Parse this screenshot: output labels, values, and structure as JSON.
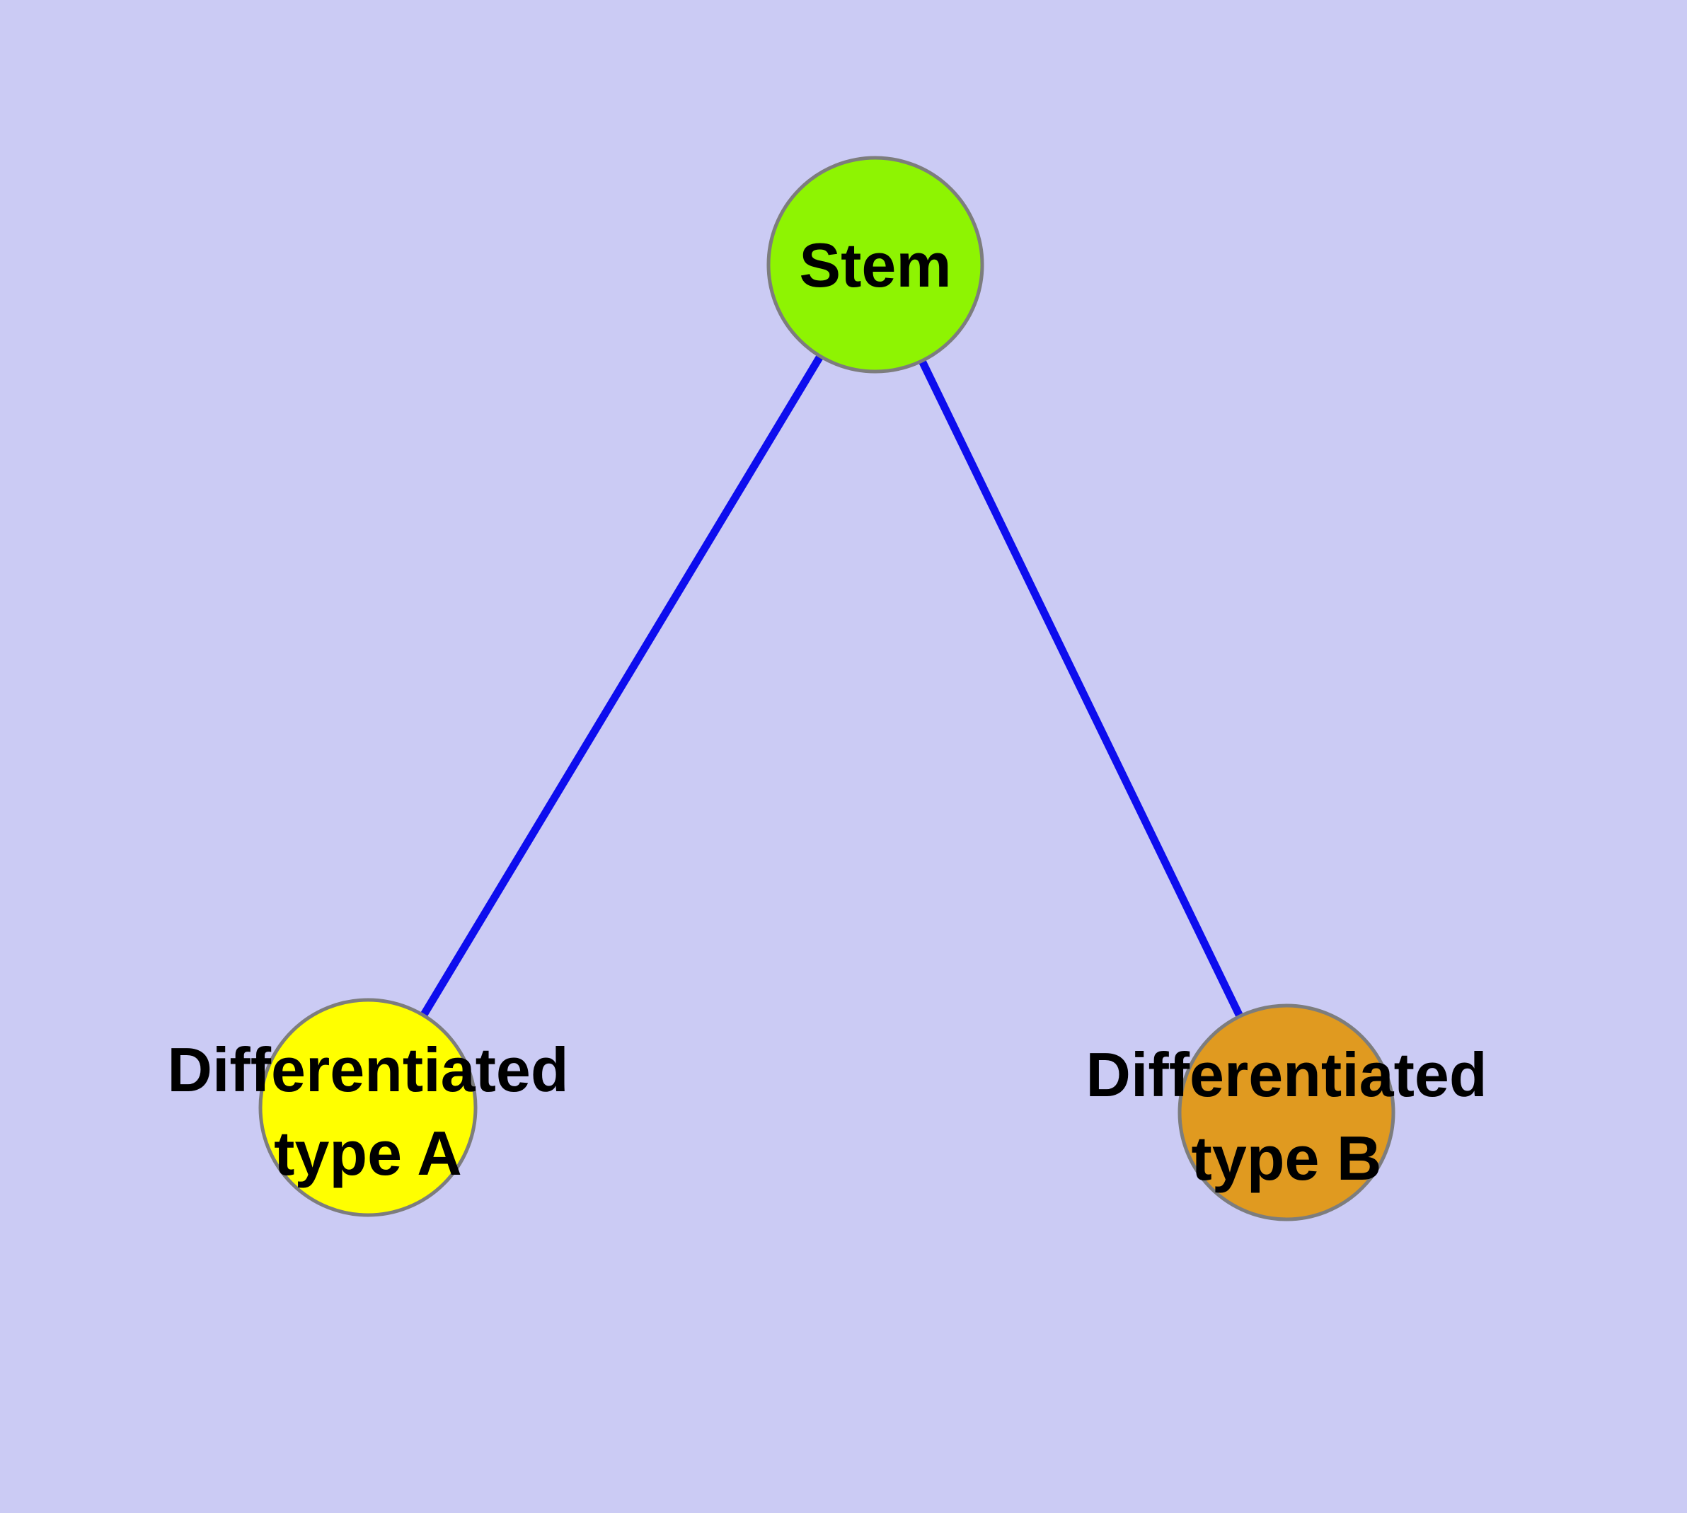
{
  "diagram": {
    "colors": {
      "background": "#cbcbf4",
      "edge": "#0d0dee",
      "node-border": "#7d7d7d",
      "label-text": "#000000",
      "stem-fill": "#8ef402",
      "type-a-fill": "#ffff00",
      "type-b-fill": "#e09a20"
    },
    "nodes": [
      {
        "id": "stem",
        "label": "Stem",
        "label_lines": [
          "Stem"
        ],
        "fill": "#8ef402"
      },
      {
        "id": "differentiated-type-a",
        "label": "Differentiated type A",
        "label_lines": [
          "Differentiated",
          "type A"
        ],
        "fill": "#ffff00"
      },
      {
        "id": "differentiated-type-b",
        "label": "Differentiated type B",
        "label_lines": [
          "Differentiated",
          "type B"
        ],
        "fill": "#e09a20"
      }
    ],
    "edges": [
      {
        "from": "Stem",
        "to": "Differentiated type A"
      },
      {
        "from": "Stem",
        "to": "Differentiated type B"
      }
    ]
  }
}
